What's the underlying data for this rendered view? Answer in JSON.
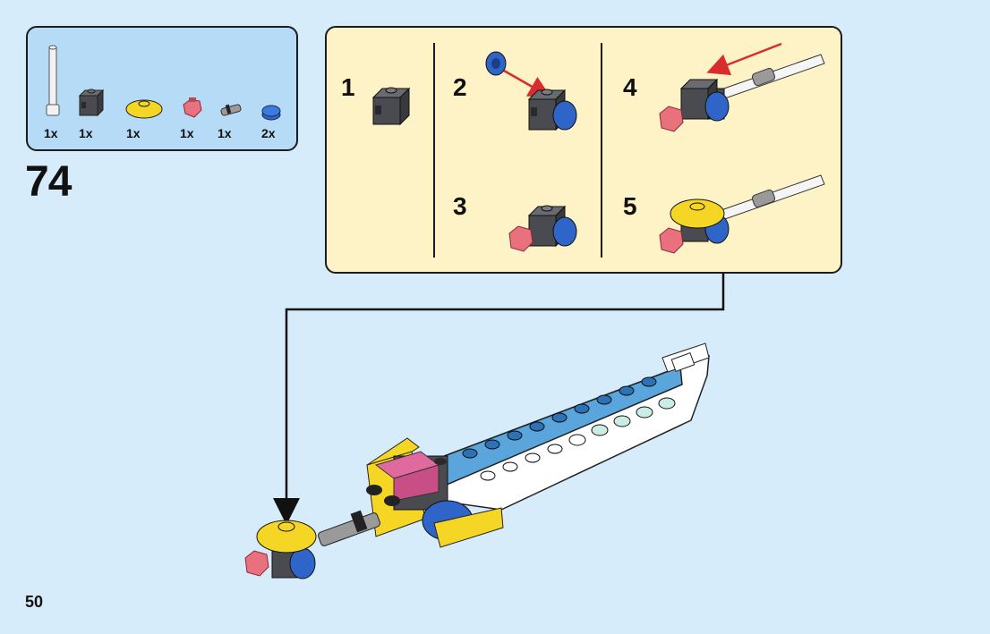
{
  "parts_list": {
    "items": [
      {
        "name": "bar-white",
        "qty": "1x"
      },
      {
        "name": "brick-dark-gray",
        "qty": "1x"
      },
      {
        "name": "dish-yellow",
        "qty": "1x"
      },
      {
        "name": "jewel-pink",
        "qty": "1x"
      },
      {
        "name": "connector-gray",
        "qty": "1x"
      },
      {
        "name": "tile-round-blue",
        "qty": "2x"
      }
    ]
  },
  "step": {
    "number": "74"
  },
  "sub_steps": [
    {
      "number": "1"
    },
    {
      "number": "2"
    },
    {
      "number": "3"
    },
    {
      "number": "4"
    },
    {
      "number": "5"
    }
  ],
  "colors": {
    "background": "#d6ecfb",
    "parts_box": "#b6dbf6",
    "sub_panel": "#fdf3c7",
    "arrow": "#d92d2d",
    "blue": "#2f64c8",
    "yellow": "#f6d624",
    "dark_gray": "#4a4b50",
    "pink": "#e8717d"
  },
  "page": {
    "number": "50"
  }
}
